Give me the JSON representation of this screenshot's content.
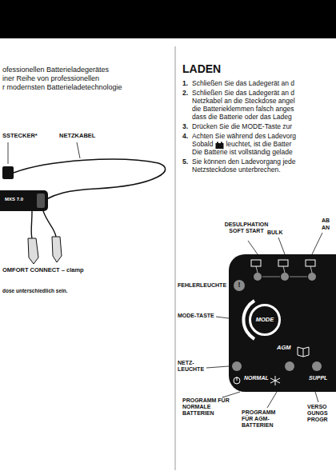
{
  "diagram": {
    "nodes": [
      {
        "text": [
          "AGM",
          "NORMAL",
          "SUPPL"
        ]
      },
      {
        "text": [
          "!"
        ],
        "in": 0
      },
      {
        "text": [
          "MODE"
        ],
        "in": 0
      }
    ],
    "labels": [
      "ofessionellen Batterieladegerätes",
      "iner Reihe von professionellen",
      "r modernsten Batterieladetechnologie",
      "SSTECKER*",
      "NETZKABEL",
      "MXS 7.0",
      "OMFORT CONNECT – clamp",
      "dose unterschiedlich sein.",
      "LADEN",
      "1.",
      "Schließen Sie das Ladegerät an d",
      "2.",
      "Schließen Sie das Ladegerät an d",
      "Netzkabel an die Steckdose angel",
      "die Batterieklemmen falsch anges",
      "dass die Batterie oder das Ladeg",
      "3.",
      "Drücken Sie die MODE-Taste zur",
      "4.",
      "Achten Sie während des Ladevorg",
      "Sobald",
      "leuchtet, ist die Batter",
      "Die Batterie ist vollständig gelade",
      "5.",
      "Sie können den Ladevorgang jede",
      "Netzsteckdose unterbrechen.",
      "DESULPHATION SOFT START",
      "BULK",
      "AB",
      "AN",
      "FEHLERLEUCHTE",
      "MODE-TASTE",
      "NETZ- LEUCHTE",
      "PROGRAMM FÜR NORMALE BATTERIEN",
      "PROGRAMM FÜR AGM- BATTERIEN",
      "VERSO GUNGS PROGR"
    ]
  }
}
